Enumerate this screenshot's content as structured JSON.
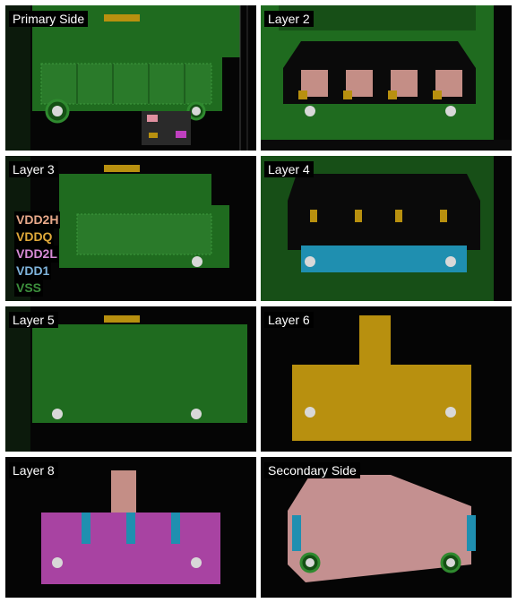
{
  "panels": [
    {
      "label": "Primary Side"
    },
    {
      "label": "Layer 2"
    },
    {
      "label": "Layer 3"
    },
    {
      "label": "Layer 4"
    },
    {
      "label": "Layer 5"
    },
    {
      "label": "Layer 6"
    },
    {
      "label": "Layer 8"
    },
    {
      "label": "Secondary Side"
    }
  ],
  "legend": [
    {
      "name": "VDD2H",
      "color": "#e8a98a"
    },
    {
      "name": "VDDQ",
      "color": "#e0a93a"
    },
    {
      "name": "VDD2L",
      "color": "#d78bd6"
    },
    {
      "name": "VDD1",
      "color": "#7fb4dc"
    },
    {
      "name": "VSS",
      "color": "#3c8f3c"
    }
  ],
  "colors": {
    "vss": "#1f6b1f",
    "vss_dark": "#174f17",
    "vdd2h": "#c48e86",
    "vddq": "#b8900f",
    "vdd2l": "#a843a2",
    "vdd1": "#1f8fb0",
    "secondary_pink": "#c49090"
  }
}
